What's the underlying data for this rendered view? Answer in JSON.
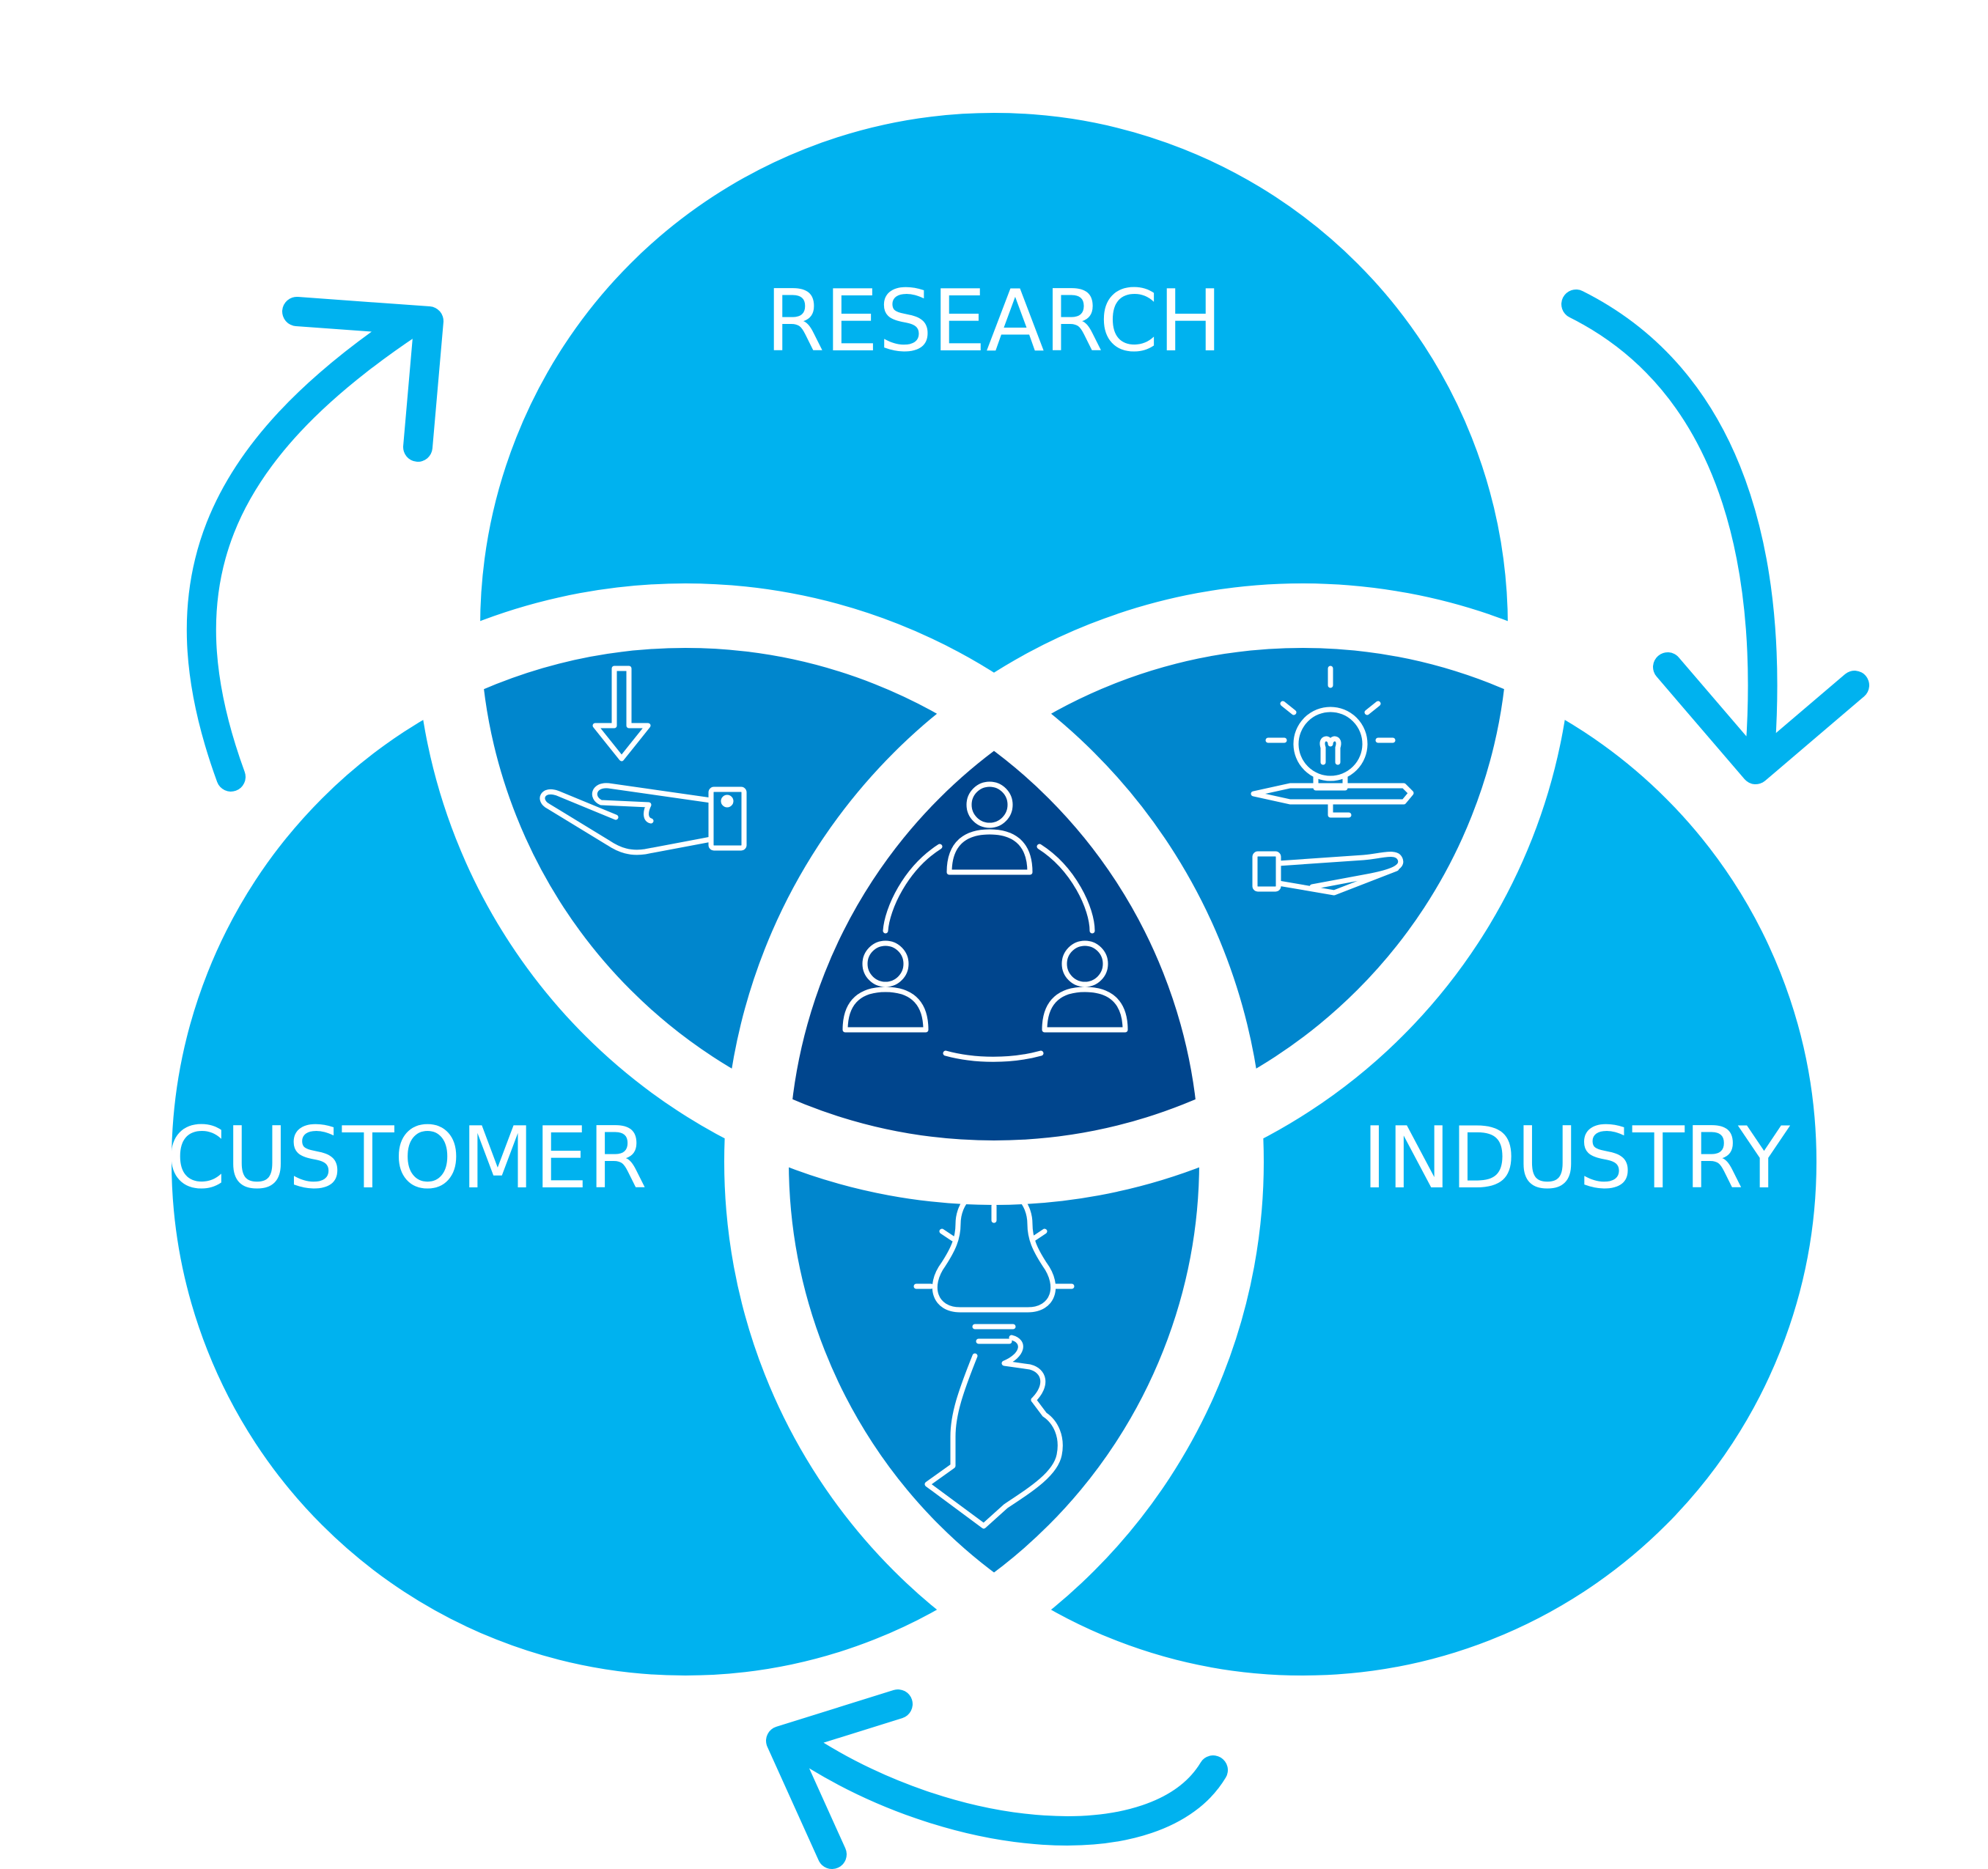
{
  "labels": {
    "research": "RESEARCH",
    "customer": "CUSTOMER",
    "industry": "INDUSTRY"
  },
  "icons": {
    "research_customer": "hand-receiving-arrow-icon",
    "research_industry": "idea-pencil-hand-icon",
    "customer_industry": "hand-holding-lightbulb-icon",
    "center": "team-collaboration-icon"
  },
  "colors": {
    "circle": "#00B2EF",
    "overlap": "#0086CD",
    "center": "#00458D",
    "separator": "#ffffff",
    "cycle_arrow": "#00B2EF"
  }
}
